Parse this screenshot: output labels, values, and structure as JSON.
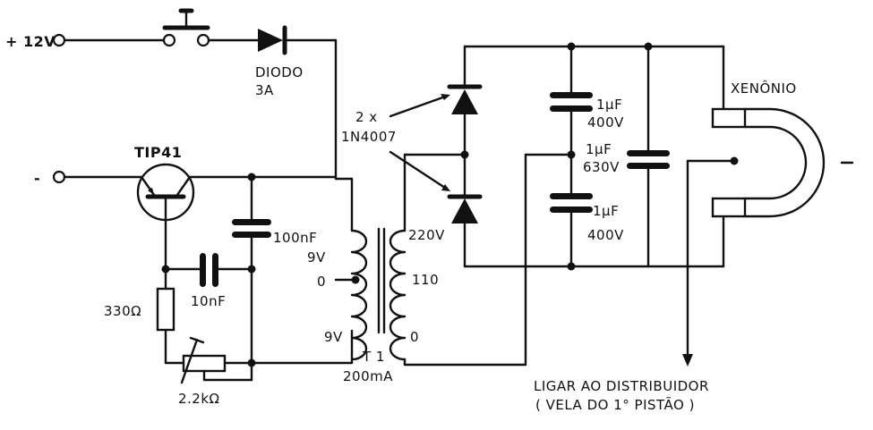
{
  "labels": {
    "supply_pos": "+ 12V",
    "supply_neg": "-",
    "diode": "DIODO",
    "diode_current": "3A",
    "transistor": "TIP41",
    "cap_100nf": "100nF",
    "cap_10nf": "10nF",
    "resistor_330": "330Ω",
    "pot_2k2": "2.2kΩ",
    "primary_9v_top": "9V",
    "primary_0": "0",
    "primary_9v_bottom": "9V",
    "secondary_220v": "220V",
    "secondary_110": "110",
    "secondary_0": "0",
    "transformer_name": "T 1",
    "transformer_current": "200mA",
    "diodes_count": "2 x",
    "diodes_part": "1N4007",
    "cap1_value": "1µF",
    "cap1_voltage": "400V",
    "cap2_value": "1µF",
    "cap2_voltage": "630V",
    "cap3_value": "1µF",
    "cap3_voltage": "400V",
    "lamp": "XENÔNIO",
    "output_line1": "LIGAR AO DISTRIBUIDOR",
    "output_line2": "( VELA DO 1° PISTÃO )"
  }
}
